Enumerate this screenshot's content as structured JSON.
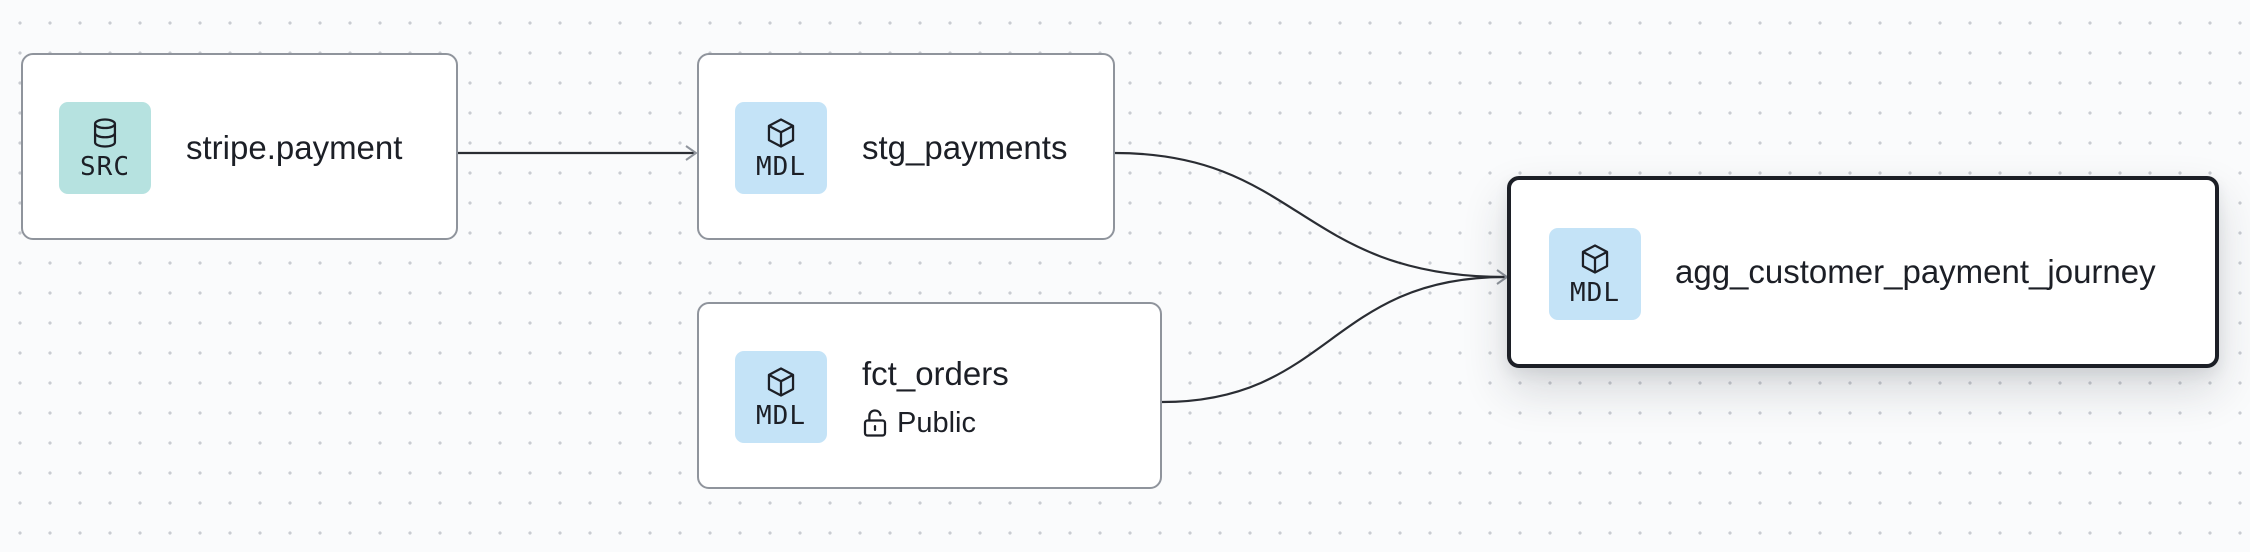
{
  "canvas": {
    "background": "#fafbfc",
    "dot_color": "#c9ccd2",
    "edge_color": "#2a2d33"
  },
  "nodes": [
    {
      "id": "stripe_payment",
      "name": "stripe.payment",
      "badge": "SRC",
      "badge_icon": "database-icon",
      "badge_color": "#b6e2e0"
    },
    {
      "id": "stg_payments",
      "name": "stg_payments",
      "badge": "MDL",
      "badge_icon": "cube-icon",
      "badge_color": "#c4e3f7"
    },
    {
      "id": "fct_orders",
      "name": "fct_orders",
      "badge": "MDL",
      "badge_icon": "cube-icon",
      "badge_color": "#c4e3f7",
      "access": "Public",
      "access_icon": "unlock-icon"
    },
    {
      "id": "agg_customer_payment_journey",
      "name": "agg_customer_payment_journey",
      "badge": "MDL",
      "badge_icon": "cube-icon",
      "badge_color": "#c4e3f7",
      "selected": true
    }
  ],
  "edges": [
    {
      "from": "stripe_payment",
      "to": "stg_payments"
    },
    {
      "from": "stg_payments",
      "to": "agg_customer_payment_journey"
    },
    {
      "from": "fct_orders",
      "to": "agg_customer_payment_journey"
    }
  ]
}
